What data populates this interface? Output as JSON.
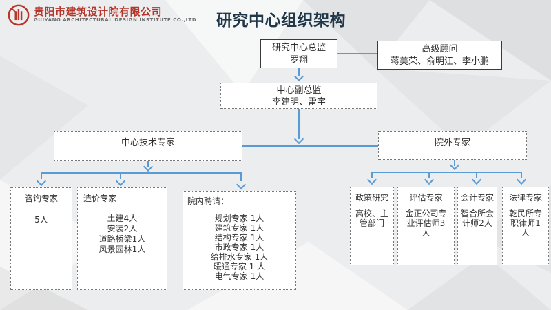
{
  "header": {
    "company_name_cn": "贵阳市建筑设计院有限公司",
    "company_name_en": "GUIYANG ARCHITECTURAL DESIGN INSTITUTE CO.,LTD",
    "page_title": "研究中心组织架构",
    "logo_icon": "building-circle-logo"
  },
  "colors": {
    "background": "#ecedee",
    "accent_red": "#b5352b",
    "title_navy": "#20374a",
    "connector_blue": "#5b9bd5",
    "box_border_dark": "#3a3a3a",
    "box_border_dotted": "#777777"
  },
  "org": {
    "director": {
      "line1": "研究中心总监",
      "line2": "罗翔"
    },
    "advisor": {
      "line1": "高级顾问",
      "line2": "蒋美荣、俞明江、李小鹏"
    },
    "deputy": {
      "line1": "中心副总监",
      "line2": "李建明、雷宇"
    },
    "tech_group": {
      "title": "中心技术专家"
    },
    "external_group": {
      "title": "院外专家"
    },
    "consulting": {
      "title": "咨询专家",
      "body": "5人"
    },
    "cost": {
      "title": "造价专家",
      "lines": [
        "土建4人",
        "安装2人",
        "道路桥梁1人",
        "风景园林1人"
      ]
    },
    "internal_hire": {
      "title": "院内聘请：",
      "lines": [
        "规划专家 1人",
        "建筑专家 1人",
        "结构专家 1人",
        "市政专家 1人",
        "给排水专家 1人",
        "暖通专家 1 人",
        "电气专家 1人"
      ]
    },
    "policy": {
      "title": "政策研究",
      "body": "高校、主管部门"
    },
    "evaluation": {
      "title": "评估专家",
      "body": "金正公司专业评估师3人"
    },
    "accounting": {
      "title": "会计专家",
      "body": "智合所会计师2人"
    },
    "legal": {
      "title": "法律专家",
      "body": "乾民所专职律师1人"
    }
  }
}
